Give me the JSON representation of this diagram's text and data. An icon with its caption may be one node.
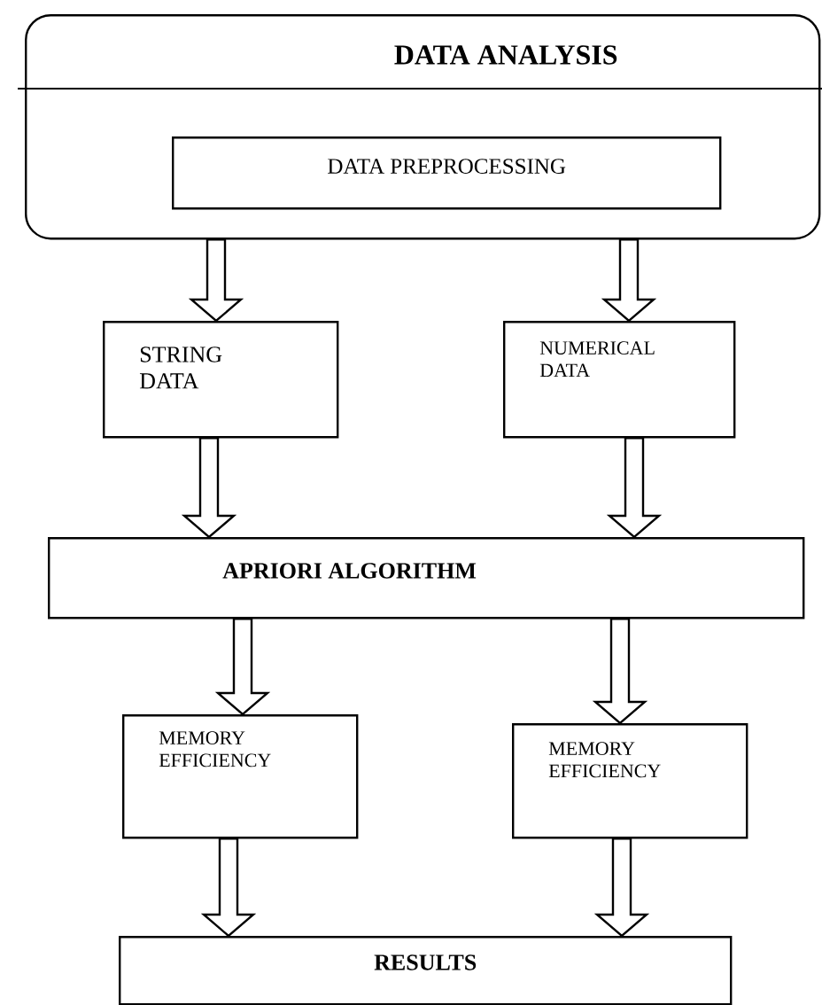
{
  "diagram": {
    "nodes": [
      {
        "text": [
          "DATA ANALYSIS"
        ]
      },
      {
        "text": [
          "DATA PREPROCESSING"
        ],
        "in": 0
      },
      {
        "text": [
          "STRING DATA"
        ]
      },
      {
        "text": [
          "NUMERICAL DATA"
        ]
      },
      {
        "text": [
          "APRIORI ALGORITHM"
        ]
      },
      {
        "text": [
          "MEMORY EFFICIENCY"
        ]
      },
      {
        "text": [
          "MEMORY EFFICIENCY"
        ]
      },
      {
        "text": [
          "RESULTS"
        ]
      }
    ],
    "edges": [
      {
        "from": 0,
        "to": 2,
        "arrow": "to"
      },
      {
        "from": 0,
        "to": 3,
        "arrow": "to"
      },
      {
        "from": 2,
        "to": 4,
        "arrow": "to"
      },
      {
        "from": 3,
        "to": 4,
        "arrow": "to"
      },
      {
        "from": 4,
        "to": 5,
        "arrow": "to"
      },
      {
        "from": 4,
        "to": 6,
        "arrow": "to"
      },
      {
        "from": 5,
        "to": 7,
        "arrow": "to"
      },
      {
        "from": 6,
        "to": 7,
        "arrow": "to"
      }
    ]
  }
}
